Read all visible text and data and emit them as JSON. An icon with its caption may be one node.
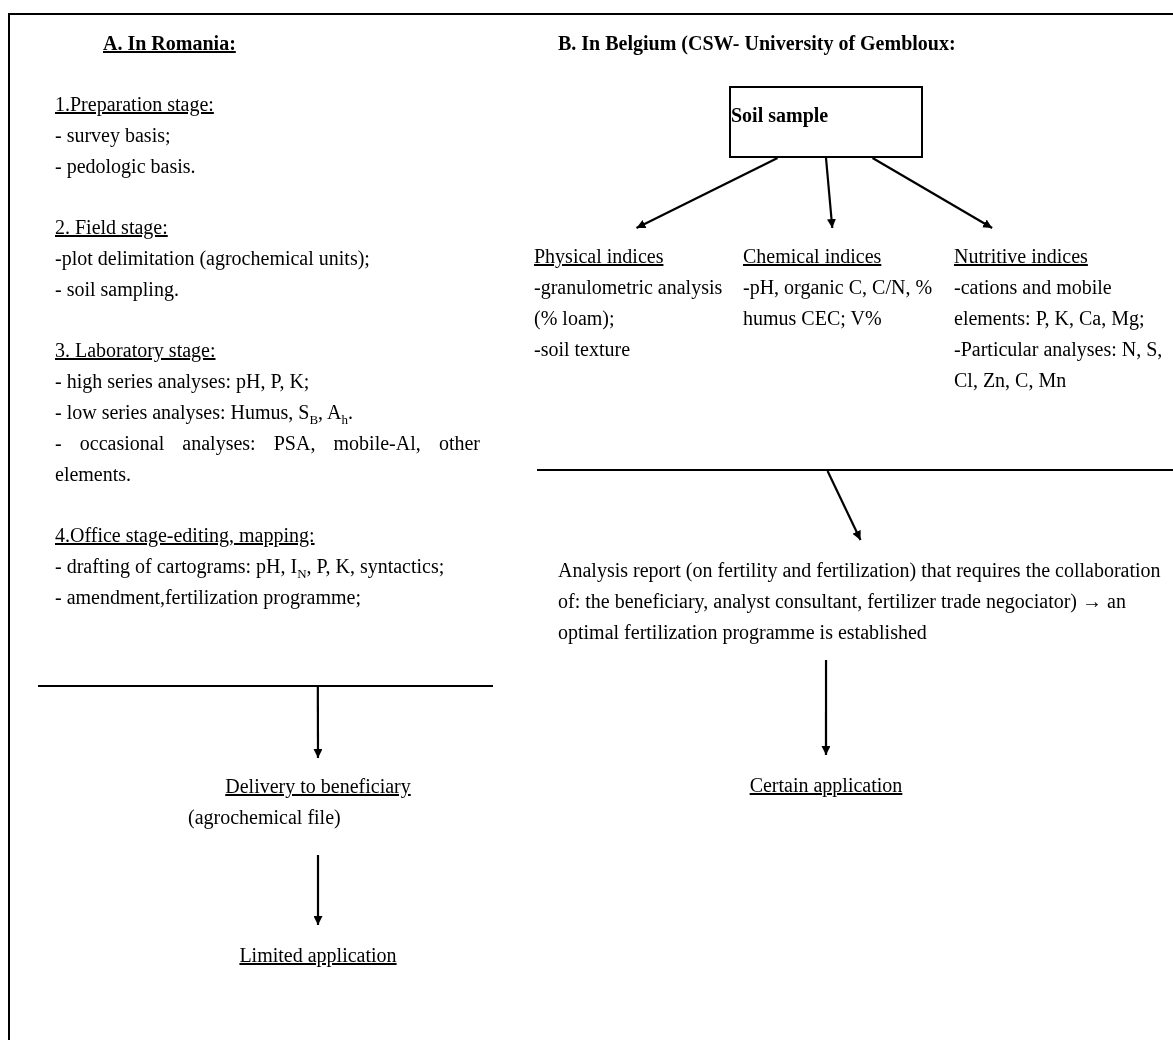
{
  "diagram": {
    "nodes": [
      {
        "text": [
          "A. In Romania:",
          "1.Preparation stage:",
          "- survey basis;",
          "- pedologic basis.",
          "2. Field stage:",
          "-plot delimitation (agrochemical units);",
          "- soil sampling.",
          "3. Laboratory stage:",
          "- high series analyses: pH, P, K;",
          "- low series analyses: Humus, S$_{B}$, A$_{h}$.",
          "- occasional analyses: PSA, mobile-Al, other elements.",
          "4.Office stage-editing, mapping:",
          "- drafting of cartograms: pH, I$_{N}$, P, K, syntactics;",
          "- amendment,fertilization programme;"
        ]
      },
      {
        "text": [],
        "shape": "bar"
      },
      {
        "text": [
          "Delivery to beneficiary",
          "(agrochemical file)"
        ]
      },
      {
        "text": [
          "Limited application"
        ]
      },
      {
        "text": [
          "Soil sample"
        ]
      },
      {
        "text": [
          "Physical indices",
          "-granulometric analysis (% loam);",
          "-soil texture"
        ]
      },
      {
        "text": [
          "Chemical indices",
          "-pH, organic C, C/N, % humus CEC; V%"
        ]
      },
      {
        "text": [
          "Nutritive indices",
          "-cations and mobile elements: P, K, Ca, Mg;",
          "-Particular analyses: N, S, Cl, Zn, C, Mn"
        ]
      },
      {
        "text": [],
        "shape": "bar"
      },
      {
        "text": [
          "Analysis report (on fertility and fertilization) that requires the collaboration of: the beneficiary, analyst consultant, fertilizer trade negociator) → an optimal fertilization programme is established"
        ]
      },
      {
        "text": [
          "Certain application"
        ]
      }
    ],
    "edges": [
      {
        "from": 1,
        "to": 2,
        "arrow": "to"
      },
      {
        "from": 2,
        "to": 3,
        "arrow": "to"
      },
      {
        "from": 4,
        "to": 5,
        "arrow": "to"
      },
      {
        "from": 4,
        "to": 6,
        "arrow": "to"
      },
      {
        "from": 4,
        "to": 7,
        "arrow": "to"
      },
      {
        "from": 8,
        "to": 9,
        "arrow": "to"
      },
      {
        "from": 9,
        "to": 10,
        "arrow": "to"
      }
    ],
    "labels": [
      "B. In Belgium (CSW- University of Gembloux:"
    ]
  }
}
